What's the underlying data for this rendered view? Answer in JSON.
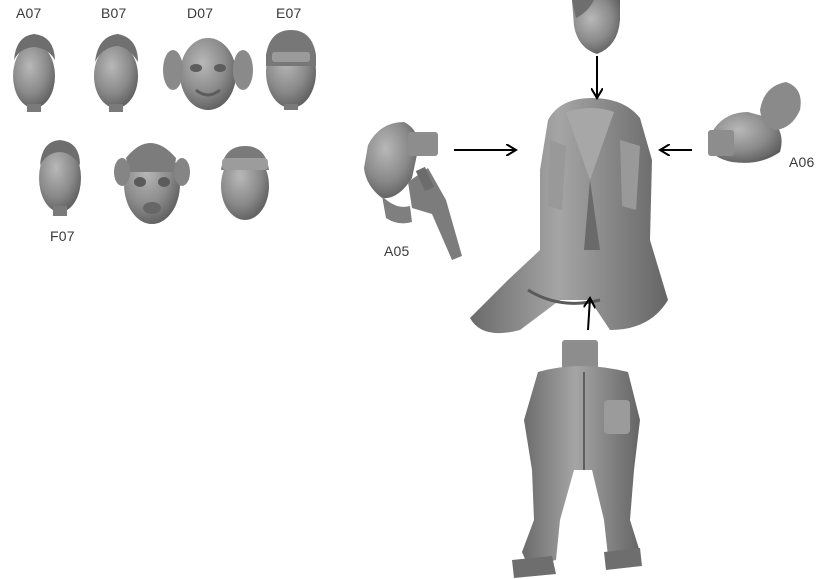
{
  "labels": {
    "head_a07": "A07",
    "head_b07": "B07",
    "head_d07": "D07",
    "head_e07": "E07",
    "head_f07": "F07",
    "arm_left": "A05",
    "arm_right": "A06"
  },
  "colors": {
    "part_fill": "#8c8c8c",
    "part_shadow": "#5f5f5f",
    "part_highlight": "#b5b5b5",
    "arrow": "#000000",
    "label_text": "#3a3a3a"
  }
}
